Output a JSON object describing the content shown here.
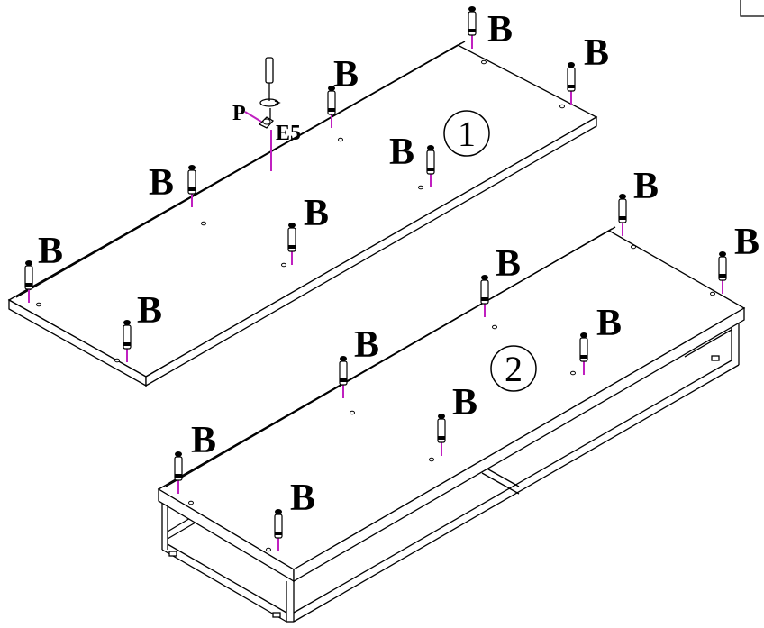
{
  "labels": {
    "cam_bolt": "B",
    "cam_tool": "P",
    "cam_lock": "E5",
    "panel_1": "1",
    "panel_2": "2"
  },
  "colors": {
    "line": "#000000",
    "dowel_guide": "#c020c0",
    "background": "#ffffff"
  },
  "icons": [
    "screwdriver-icon",
    "cam-bolt-icon",
    "cam-lock-icon"
  ]
}
